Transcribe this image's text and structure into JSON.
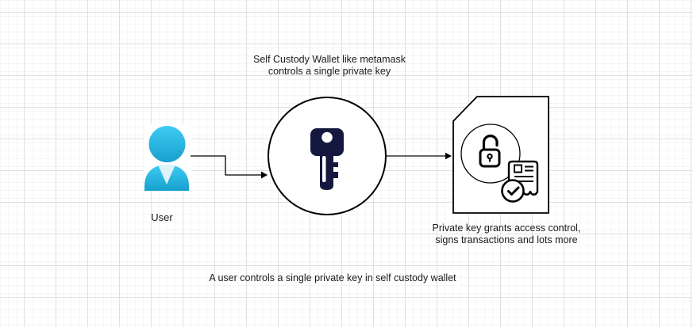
{
  "diagram": {
    "caption": "A user controls a single private key in self custody wallet",
    "nodes": {
      "user": {
        "label": "User",
        "icon": "person-icon"
      },
      "wallet": {
        "note": "Self Custody Wallet like metamask\ncontrols a single private key",
        "icon": "key-icon",
        "shape": "circle"
      },
      "access_doc": {
        "note": "Private key grants access control,\nsigns transactions and lots more",
        "icons": [
          "unlocked-padlock-icon",
          "signed-receipt-icon"
        ],
        "shape": "document-with-cut-corner"
      }
    },
    "connectors": [
      {
        "from": "user",
        "to": "wallet",
        "style": "elbow-arrow"
      },
      {
        "from": "wallet",
        "to": "access_doc",
        "style": "straight-arrow"
      }
    ],
    "colors": {
      "background": "#ffffff",
      "grid_minor": "#f5f5f5",
      "grid_major": "#e0e0e0",
      "outline": "#000000",
      "connector": "#333333",
      "key_fill": "#14183e",
      "person_top": "#3ecdf3",
      "person_bottom": "#189fcd",
      "person_collar": "#def2fa"
    }
  }
}
